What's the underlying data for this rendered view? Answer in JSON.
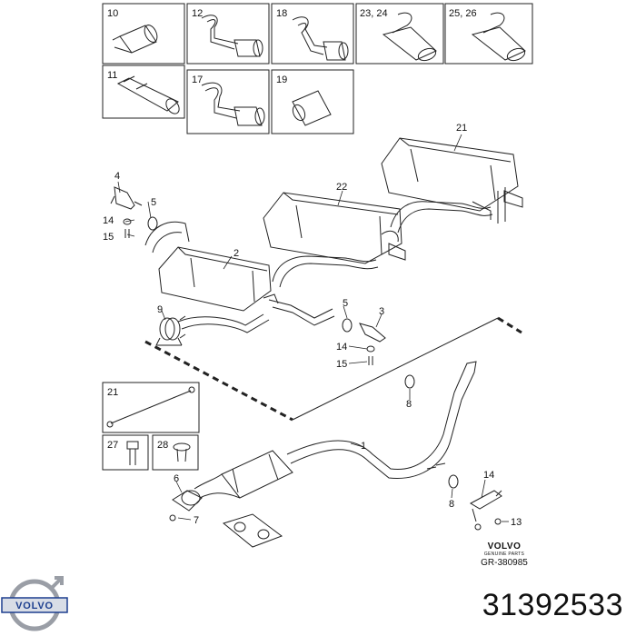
{
  "diagram": {
    "box_labels": {
      "b10": "10",
      "b12": "12",
      "b18": "18",
      "b2324": "23, 24",
      "b2526": "25, 26",
      "b11": "11",
      "b17": "17",
      "b19": "19",
      "b21": "21",
      "b27": "27",
      "b28": "28"
    },
    "callouts": {
      "c21": "21",
      "c22": "22",
      "c4": "4",
      "c5a": "5",
      "c14a": "14",
      "c15a": "15",
      "c2": "2",
      "c9": "9",
      "c5b": "5",
      "c3": "3",
      "c14b": "14",
      "c15b": "15",
      "c8a": "8",
      "c1": "1",
      "c6": "6",
      "c7": "7",
      "c14c": "14",
      "c8b": "8",
      "c13": "13"
    },
    "stamp": {
      "brand": "VOLVO",
      "sub": "GENUINE PARTS",
      "code": "GR-380985"
    }
  },
  "footer": {
    "logo_text": "VOLVO",
    "part_number": "31392533"
  }
}
